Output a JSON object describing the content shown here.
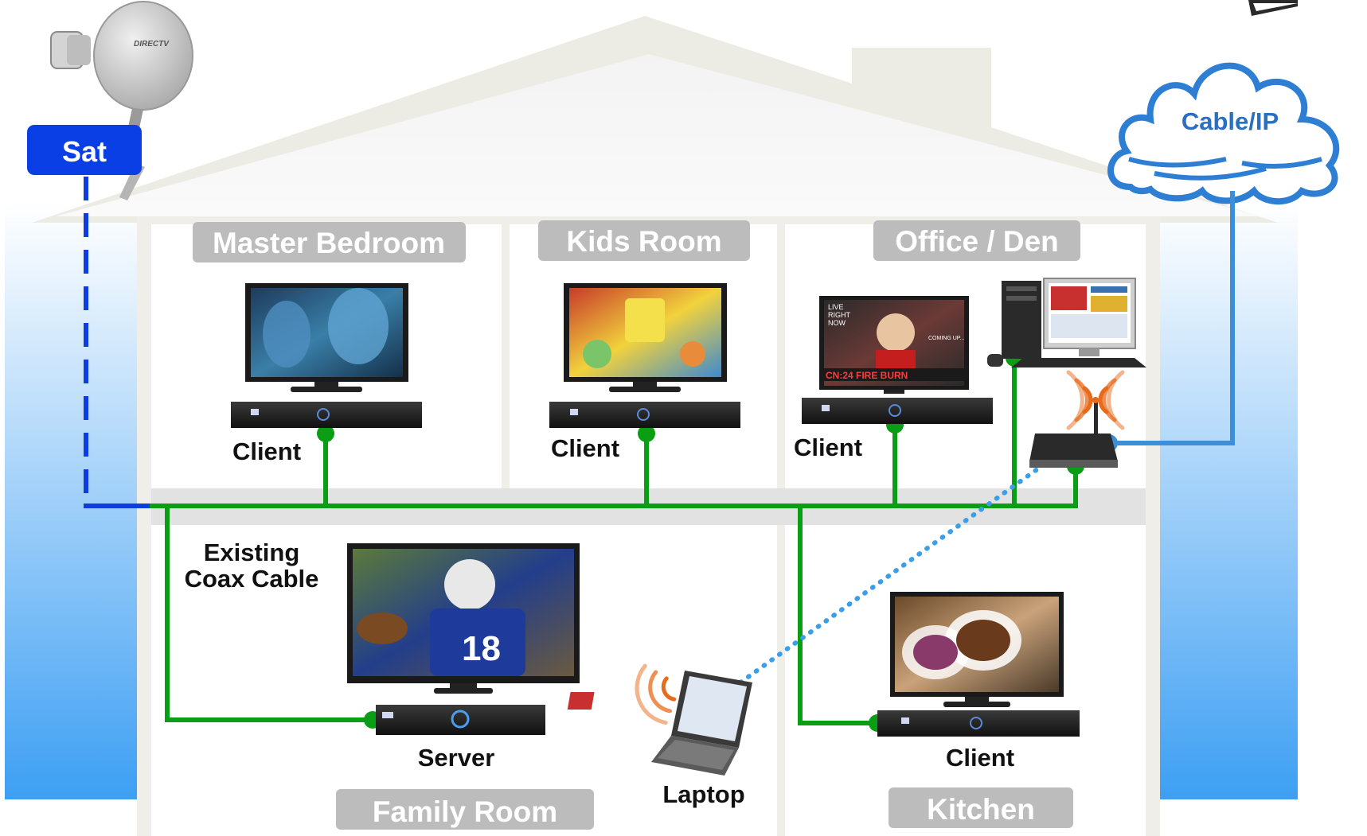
{
  "colors": {
    "coax": "#0a9e14",
    "sat_line": "#0b3de0",
    "ip_line": "#3a8fd8",
    "wifi_dots": "#3a9ee8",
    "sky_top": "#ffffff",
    "sky_bottom": "#4aa6f4",
    "house_wall": "#efeee8",
    "room_bg": "#ffffff",
    "room_label_bg": "#bcbcbc",
    "sat_box": "#0a3fe6",
    "cloud_text": "#2a6fc0",
    "wifi_waves": "#e86a1a"
  },
  "sources": {
    "satellite": {
      "label": "Sat",
      "icon": "satellite-dish-icon",
      "brand": "DIRECTV"
    },
    "internet": {
      "label": "Cable/IP",
      "icon": "cloud-icon"
    }
  },
  "rooms": {
    "master_bedroom": "Master Bedroom",
    "kids_room": "Kids Room",
    "office_den": "Office / Den",
    "family_room": "Family Room",
    "kitchen": "Kitchen"
  },
  "devices": {
    "master_client": "Client",
    "kids_client": "Client",
    "office_client": "Client",
    "kitchen_client": "Client",
    "server": "Server",
    "laptop": "Laptop"
  },
  "tv_overlay": {
    "line1": "LIVE",
    "line2": "RIGHT",
    "line3": "NOW",
    "ticker": "CN:24  FIRE BURN",
    "coming_up": "COMING UP...",
    "jersey": "18"
  },
  "annotation": {
    "line1": "Existing",
    "line2": "Coax Cable"
  }
}
